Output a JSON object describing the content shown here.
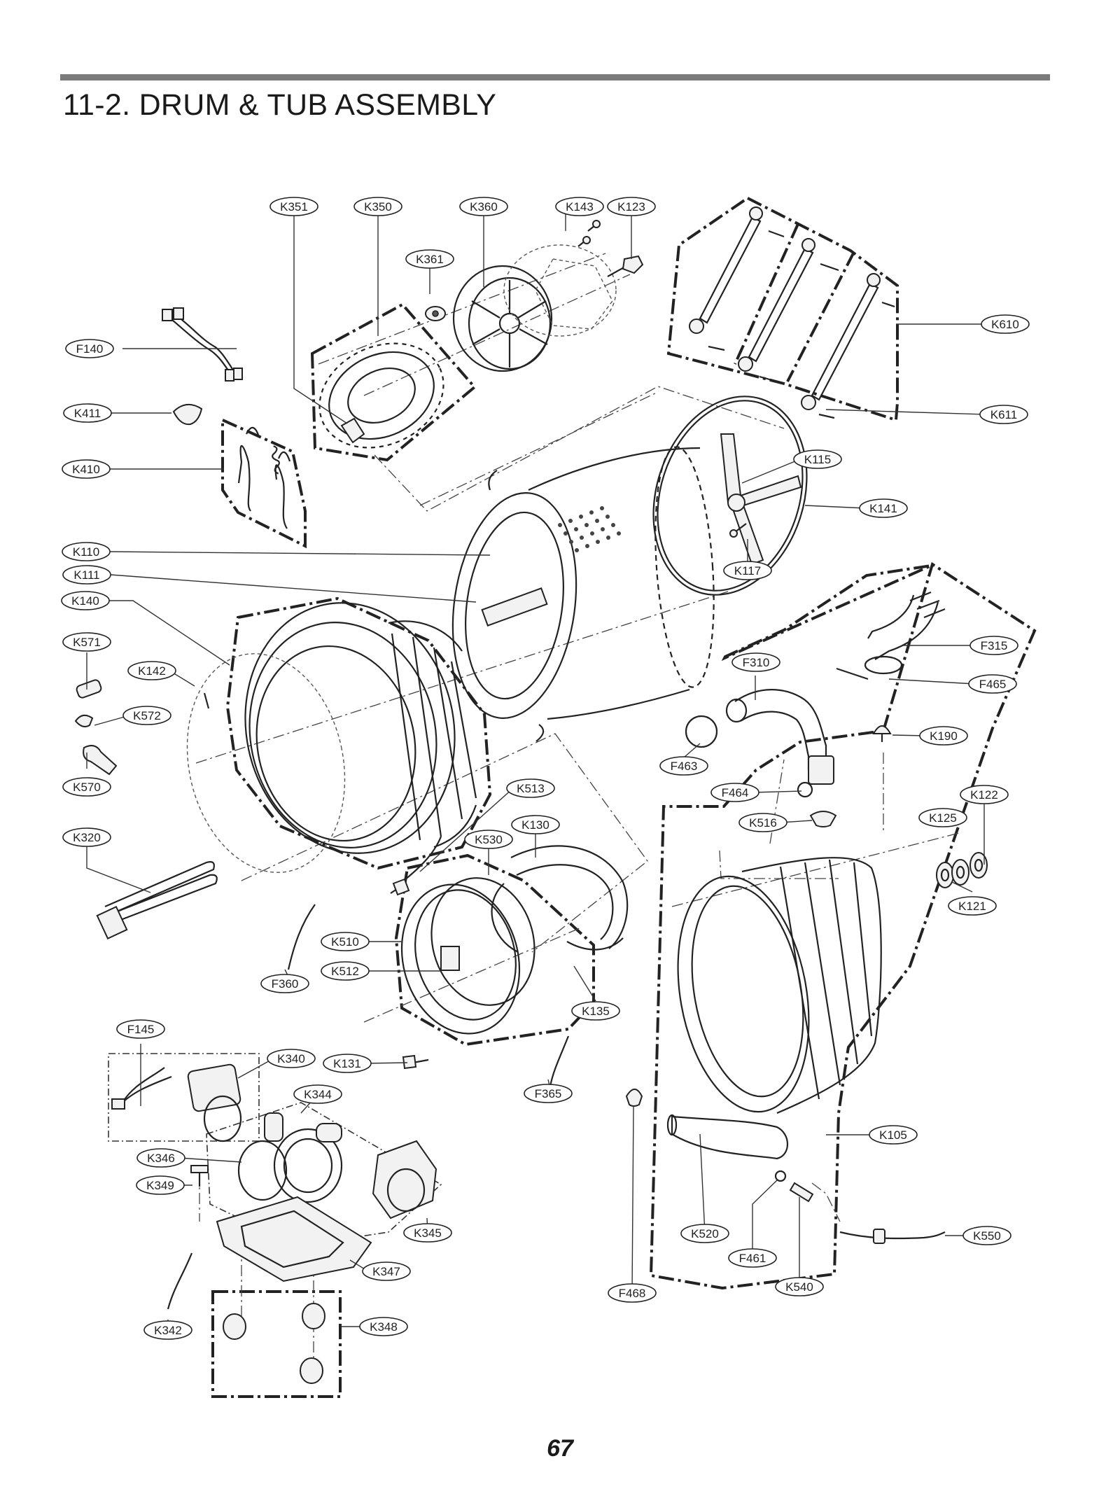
{
  "page": {
    "title": "11-2. DRUM & TUB ASSEMBLY",
    "page_number": "67"
  },
  "callouts": [
    {
      "id": "K351"
    },
    {
      "id": "K350"
    },
    {
      "id": "K360"
    },
    {
      "id": "K143"
    },
    {
      "id": "K123"
    },
    {
      "id": "K361"
    },
    {
      "id": "K610"
    },
    {
      "id": "F140"
    },
    {
      "id": "K411"
    },
    {
      "id": "K611"
    },
    {
      "id": "K115"
    },
    {
      "id": "K410"
    },
    {
      "id": "K141"
    },
    {
      "id": "K110"
    },
    {
      "id": "K111"
    },
    {
      "id": "K117"
    },
    {
      "id": "K140"
    },
    {
      "id": "K571"
    },
    {
      "id": "F315"
    },
    {
      "id": "K142"
    },
    {
      "id": "F310"
    },
    {
      "id": "F465"
    },
    {
      "id": "K572"
    },
    {
      "id": "K190"
    },
    {
      "id": "F463"
    },
    {
      "id": "K570"
    },
    {
      "id": "K513"
    },
    {
      "id": "F464"
    },
    {
      "id": "K122"
    },
    {
      "id": "K125"
    },
    {
      "id": "K130"
    },
    {
      "id": "K516"
    },
    {
      "id": "K320"
    },
    {
      "id": "K530"
    },
    {
      "id": "K121"
    },
    {
      "id": "K510"
    },
    {
      "id": "K512"
    },
    {
      "id": "F360"
    },
    {
      "id": "K135"
    },
    {
      "id": "F145"
    },
    {
      "id": "K340"
    },
    {
      "id": "K131"
    },
    {
      "id": "F365"
    },
    {
      "id": "K344"
    },
    {
      "id": "K105"
    },
    {
      "id": "K346"
    },
    {
      "id": "K349"
    },
    {
      "id": "K345"
    },
    {
      "id": "K520"
    },
    {
      "id": "K550"
    },
    {
      "id": "F461"
    },
    {
      "id": "K347"
    },
    {
      "id": "K540"
    },
    {
      "id": "F468"
    },
    {
      "id": "K342"
    },
    {
      "id": "K348"
    }
  ]
}
